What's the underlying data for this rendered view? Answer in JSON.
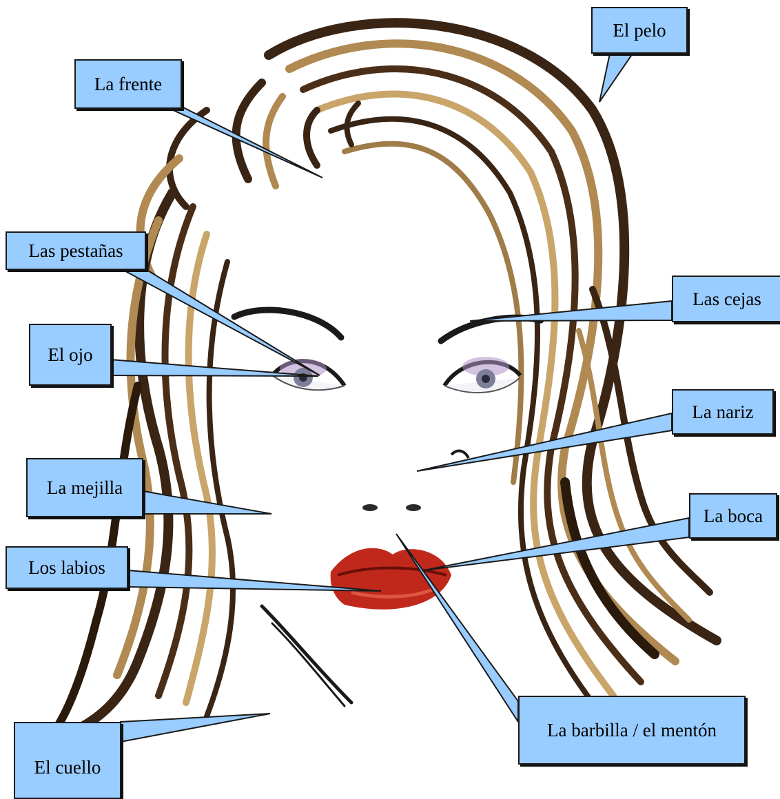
{
  "labels": {
    "pelo": "El  pelo",
    "frente": "La frente",
    "pestanas": "Las pestañas",
    "cejas": "Las cejas",
    "ojo": "El ojo",
    "nariz": "La nariz",
    "mejilla": "La mejilla",
    "boca": "La boca",
    "labios": "Los labios",
    "barbilla": "La barbilla / el mentón",
    "cuello": "El cuello"
  },
  "colors": {
    "callout_fill": "#99ccff",
    "hair_dark": "#3a2414",
    "hair_light": "#b08a52",
    "lips": "#c0281c",
    "eye_shadow": "#7a5a8c"
  }
}
